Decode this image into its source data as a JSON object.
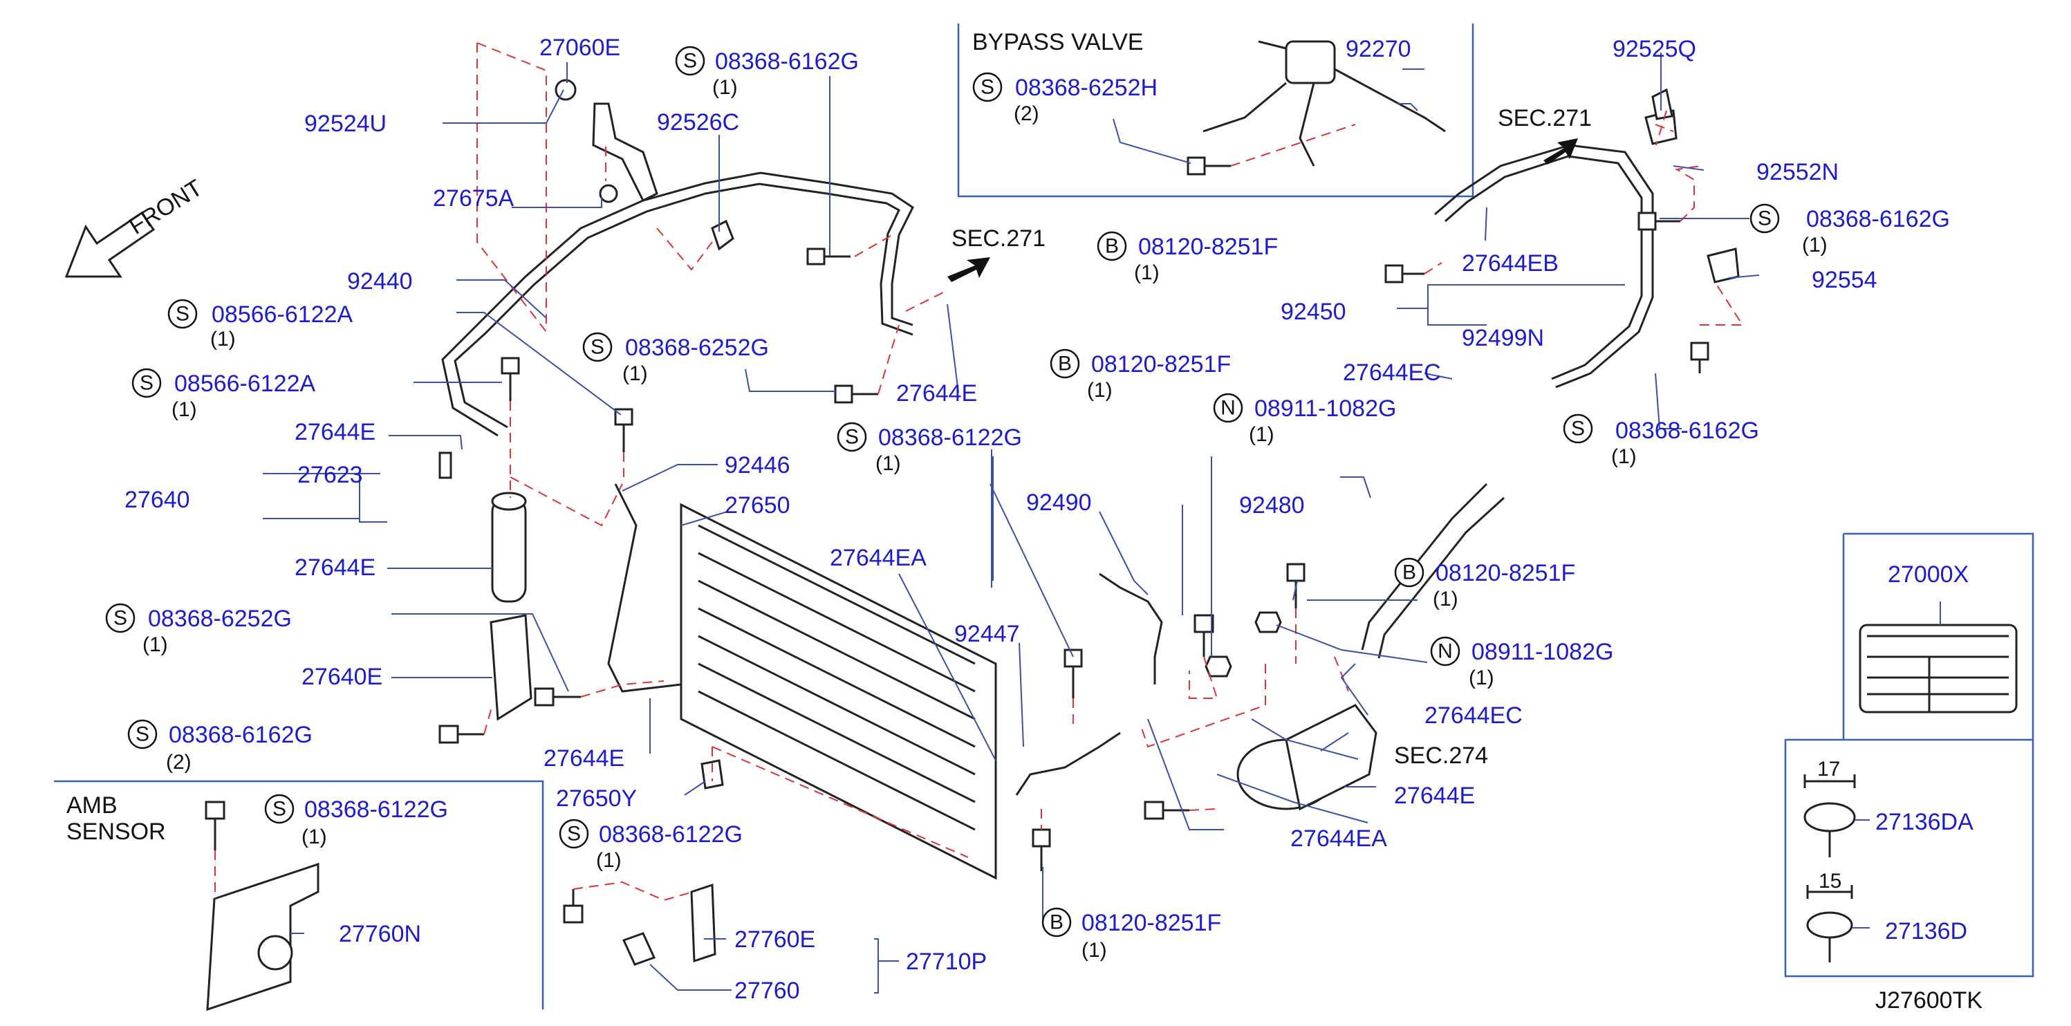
{
  "diagram": {
    "front_label": "FRONT",
    "sections": {
      "bypass_valve": "BYPASS  VALVE",
      "amb_sensor_1": "AMB",
      "amb_sensor_2": "SENSOR"
    },
    "refs": {
      "sec271_left": "SEC.271",
      "sec271_right": "SEC.271",
      "sec274": "SEC.274"
    },
    "catalog_code": "J27600TK",
    "symbols": {
      "s": "S",
      "b": "B",
      "n": "N"
    },
    "clip_sizes": {
      "large": "17",
      "small": "15"
    },
    "labels": {
      "p27060E": "27060E",
      "p92524U": "92524U",
      "p92526C": "92526C",
      "p27675A": "27675A",
      "p92440": "92440",
      "p08566a": "08566-6122A",
      "p08566a_qty": "(1)",
      "p08566b": "08566-6122A",
      "p08566b_qty": "(1)",
      "p08368_6162G_top": "08368-6162G",
      "p08368_6162G_top_qty": "(1)",
      "p08368_6252G_mid": "08368-6252G",
      "p08368_6252G_mid_qty": "(1)",
      "p27644E_a": "27644E",
      "p27623": "27623",
      "p27640": "27640",
      "p27644E_b": "27644E",
      "p08368_6252G_left": "08368-6252G",
      "p08368_6252G_left_qty": "(1)",
      "p27640E": "27640E",
      "p08368_6162G_left": "08368-6162G",
      "p08368_6162G_left_qty": "(2)",
      "p92446": "92446",
      "p27650": "27650",
      "p27644E_c": "27644E",
      "p27650Y": "27650Y",
      "p08368_6122G_amb": "08368-6122G",
      "p08368_6122G_amb_qty": "(1)",
      "p27760N": "27760N",
      "p08368_6122G_low": "08368-6122G",
      "p08368_6122G_low_qty": "(1)",
      "p27760E": "27760E",
      "p27760": "27760",
      "p27710P": "27710P",
      "p27644E_d": "27644E",
      "p08368_6122G_mid": "08368-6122G",
      "p08368_6122G_mid_qty": "(1)",
      "p27644EA_a": "27644EA",
      "p92490": "92490",
      "p92447": "92447",
      "p08120_bottom": "08120-8251F",
      "p08120_bottom_qty": "(1)",
      "p08368_6252H": "08368-6252H",
      "p08368_6252H_qty": "(2)",
      "p92270": "92270",
      "p08120_a": "08120-8251F",
      "p08120_a_qty": "(1)",
      "p08120_b": "08120-8251F",
      "p08120_b_qty": "(1)",
      "p08911_a": "08911-1082G",
      "p08911_a_qty": "(1)",
      "p92480": "92480",
      "p08120_c": "08120-8251F",
      "p08120_c_qty": "(1)",
      "p08911_b": "08911-1082G",
      "p08911_b_qty": "(1)",
      "p27644EC_a": "27644EC",
      "p27644EC_b": "27644EC",
      "p27644E_e": "27644E",
      "p27644EA_b": "27644EA",
      "p92525Q": "92525Q",
      "p92552N": "92552N",
      "p08368_6162G_r1": "08368-6162G",
      "p08368_6162G_r1_qty": "(1)",
      "p27644EB": "27644EB",
      "p92554": "92554",
      "p92450": "92450",
      "p92499N": "92499N",
      "p08368_6162G_r2": "08368-6162G",
      "p08368_6162G_r2_qty": "(1)",
      "p27000X": "27000X",
      "p27136DA": "27136DA",
      "p27136D": "27136D"
    }
  }
}
